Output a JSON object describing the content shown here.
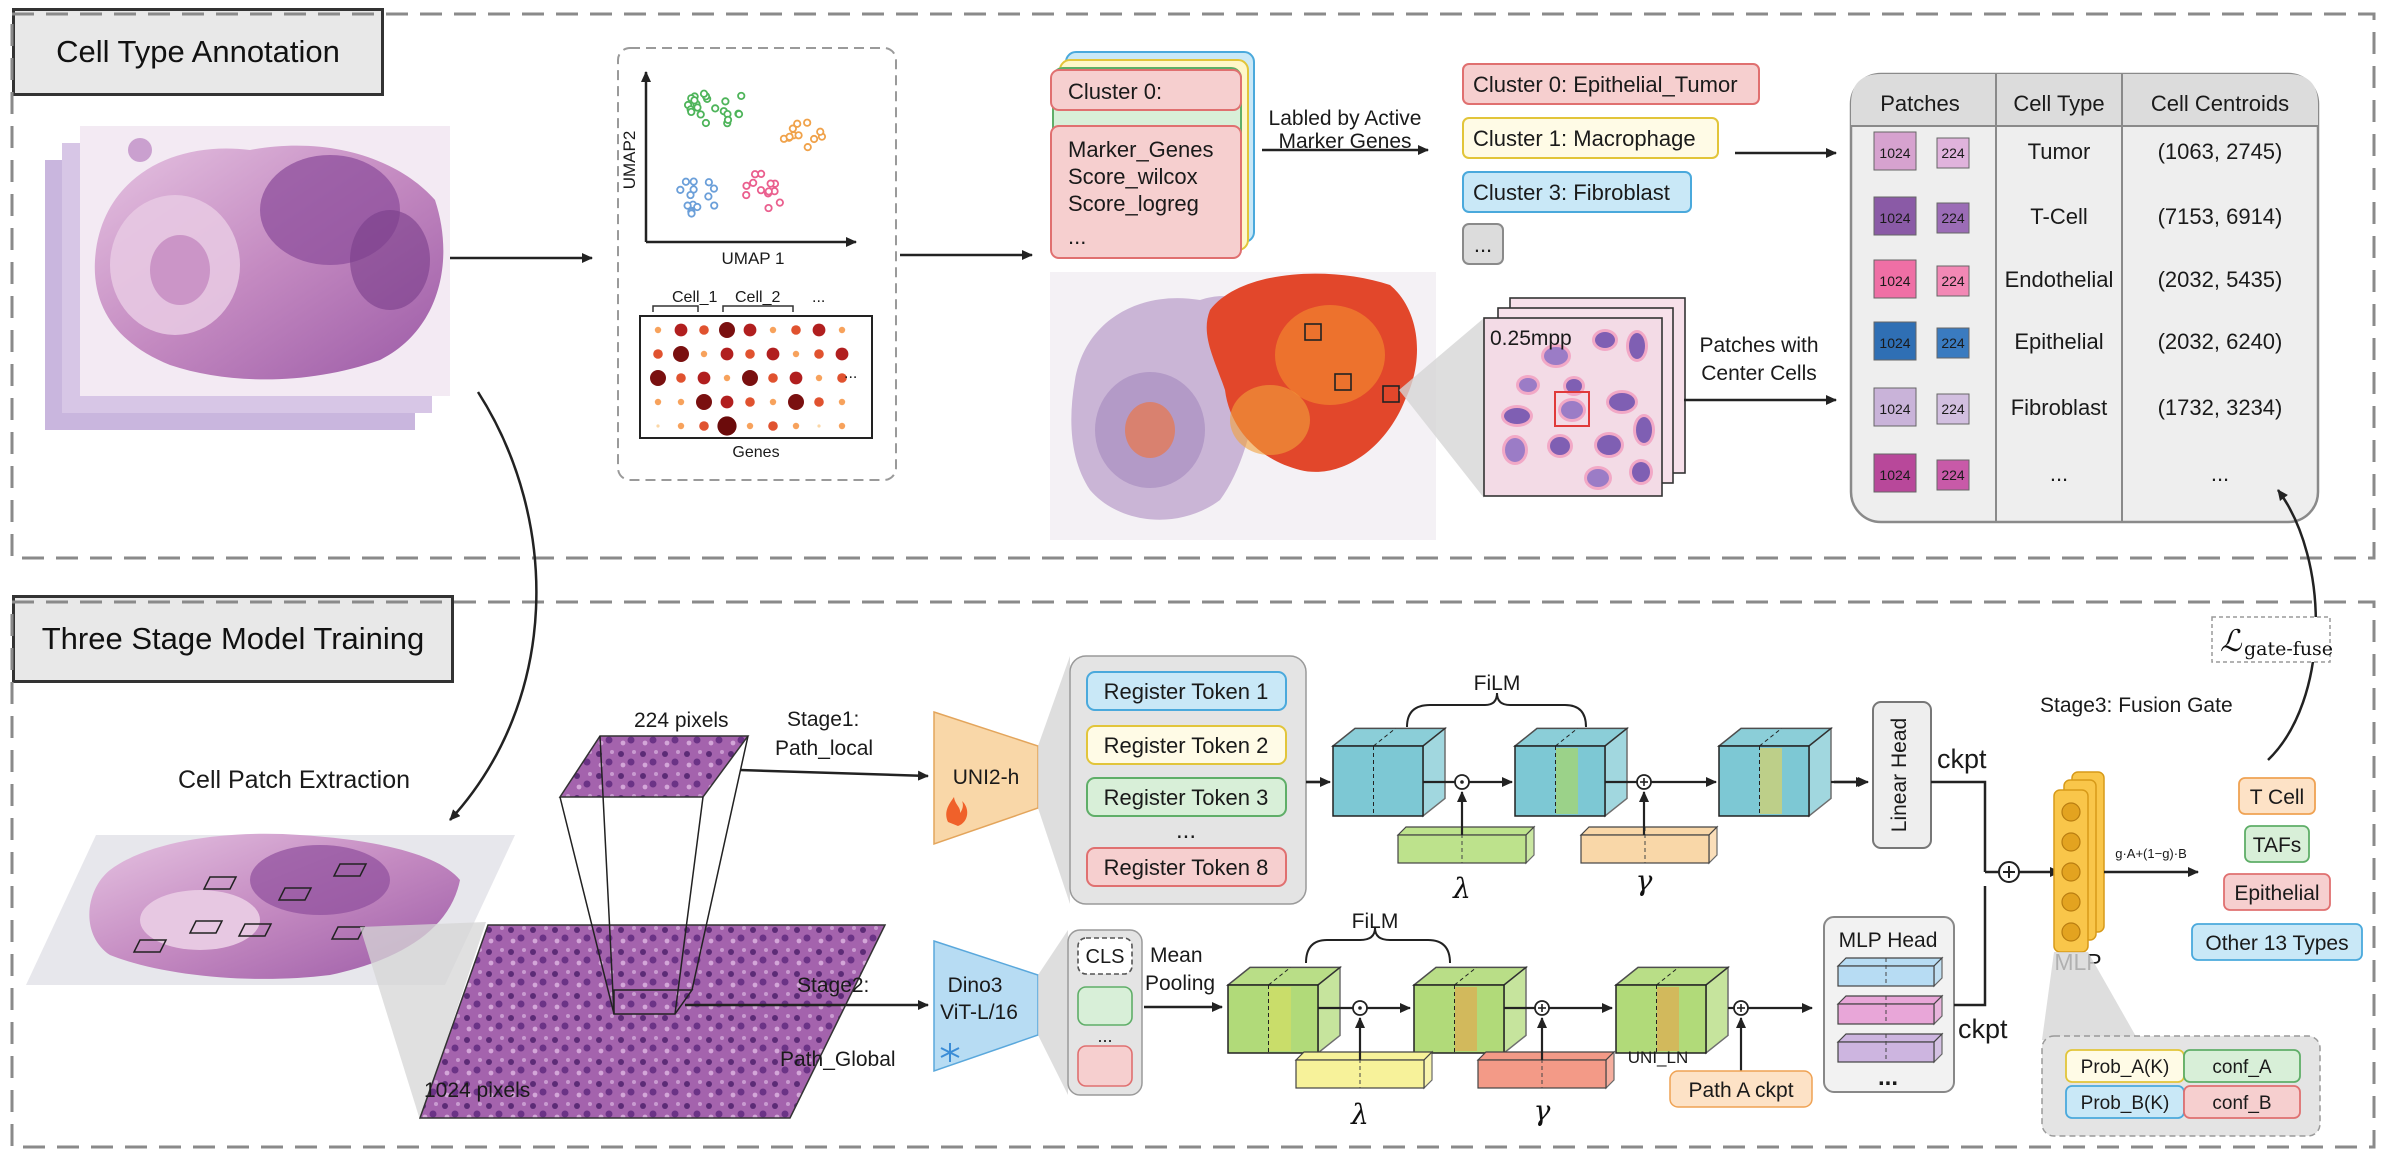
{
  "sections": {
    "annotation_title": "Cell Type Annotation",
    "training_title": "Three Stage Model Training"
  },
  "umap": {
    "y_label": "UMAP2",
    "x_label": "UMAP 1",
    "dot_col1": "Cell_1",
    "dot_col2": "Cell_2",
    "dot_ellipsis_top": "...",
    "dot_ellipsis_right": "...",
    "dot_x_label": "Genes"
  },
  "cluster_card": {
    "title": "Cluster 0:",
    "lines": [
      "Marker_Genes",
      "Score_wilcox",
      "Score_logreg",
      "..."
    ]
  },
  "label_arrow_text": [
    "Labled by Active",
    "Marker Genes"
  ],
  "clusters": [
    {
      "label": "Cluster 0: Epithelial_Tumor",
      "fill": "#f6cfcf",
      "stroke": "#e07070"
    },
    {
      "label": "Cluster 1: Macrophage",
      "fill": "#fffbe6",
      "stroke": "#e2c53a"
    },
    {
      "label": "Cluster 3: Fibroblast",
      "fill": "#c9e8f7",
      "stroke": "#4aa9dc"
    },
    {
      "label": "...",
      "fill": "#dcdcdc",
      "stroke": "#8a8a8a"
    }
  ],
  "patch_zoom": {
    "mpp_label": "0.25mpp"
  },
  "patches_arrow_text": [
    "Patches with",
    "Center Cells"
  ],
  "cell_table": {
    "headers": [
      "Patches",
      "Cell Type",
      "Cell Centroids"
    ],
    "size_large": "1024",
    "size_small": "224",
    "rows": [
      {
        "type": "Tumor",
        "centroid": "(1063, 2745)",
        "color_big": "#d6a2cf",
        "color_small": "#e0b3dc"
      },
      {
        "type": "T-Cell",
        "centroid": "(7153, 6914)",
        "color_big": "#8a5aa6",
        "color_small": "#9b6cb6"
      },
      {
        "type": "Endothelial",
        "centroid": "(2032, 5435)",
        "color_big": "#ef6fa5",
        "color_small": "#f288b5"
      },
      {
        "type": "Epithelial",
        "centroid": "(2032, 6240)",
        "color_big": "#2f6fb4",
        "color_small": "#3a7bc0"
      },
      {
        "type": "Fibroblast",
        "centroid": "(1732, 3234)",
        "color_big": "#c9b3d9",
        "color_small": "#d2bfe0"
      },
      {
        "type": "...",
        "centroid": "...",
        "color_big": "#b8489a",
        "color_small": "#c85aa8"
      }
    ]
  },
  "loss_label": "ℒ",
  "loss_sub": "gate-fuse",
  "patch_extraction_label": "Cell Patch Extraction",
  "pixels_224": "224 pixels",
  "pixels_1024": "1024 pixels",
  "stage1": [
    "Stage1:",
    "Path_local"
  ],
  "stage2": [
    "Stage2:",
    "Path_Global"
  ],
  "uni_encoder": {
    "label": "UNI2-h",
    "icon": "fire"
  },
  "dino_encoder": {
    "lines": [
      "Dino3",
      "ViT-L/16"
    ],
    "icon": "snowflake"
  },
  "register_tokens": [
    {
      "label": "Register Token 1",
      "fill": "#c9e8f7",
      "stroke": "#4aa9dc"
    },
    {
      "label": "Register Token 2",
      "fill": "#fffbe6",
      "stroke": "#e2c53a"
    },
    {
      "label": "Register Token 3",
      "fill": "#d8efd8",
      "stroke": "#5fae68"
    },
    {
      "label": "...",
      "fill": "none",
      "stroke": "none"
    },
    {
      "label": "Register Token 8",
      "fill": "#f6cfcf",
      "stroke": "#e07070"
    }
  ],
  "cls_tokens": {
    "label": "CLS",
    "ellipsis": "..."
  },
  "mean_pooling": [
    "Mean",
    "Pooling"
  ],
  "film_label_top": "FiLM",
  "film_label_bottom": "FiLM",
  "lambda_symbol": "λ",
  "gamma_symbol": "γ",
  "linear_head": "Linear Head",
  "mlp_head": {
    "label": "MLP Head",
    "ellipsis": "..."
  },
  "ckpt_top": "ckpt",
  "ckpt_bottom": "ckpt",
  "uni_ln": "UNI_LN",
  "path_a_ckpt": "Path A ckpt",
  "stage3": "Stage3: Fusion Gate",
  "fusion_formula": "g·A+(1−g)·B",
  "mlp_label": "MLP",
  "output_types": [
    {
      "label": "T Cell",
      "fill": "#fde2c6",
      "stroke": "#efa253"
    },
    {
      "label": "TAFs",
      "fill": "#d8efd8",
      "stroke": "#5fae68"
    },
    {
      "label": "Epithelial",
      "fill": "#f6cfcf",
      "stroke": "#e07070"
    },
    {
      "label": "Other 13 Types",
      "fill": "#c9e8f7",
      "stroke": "#4aa9dc"
    }
  ],
  "probs": [
    {
      "label": "Prob_A(K)",
      "fill": "#fffbe6",
      "stroke": "#e2c53a"
    },
    {
      "label": "conf_A",
      "fill": "#d8efd8",
      "stroke": "#5fae68"
    },
    {
      "label": "Prob_B(K)",
      "fill": "#c9e8f7",
      "stroke": "#4aa9dc"
    },
    {
      "label": "conf_B",
      "fill": "#f6cfcf",
      "stroke": "#e07070"
    }
  ],
  "colors": {
    "teal_cube": "#6fc2cf",
    "green_cube": "#a8d66a",
    "uni_orange": "#f9d7a8",
    "dino_blue": "#b7dcf3",
    "he_purple": "#c890c4",
    "he_dark": "#8e4f9c"
  }
}
